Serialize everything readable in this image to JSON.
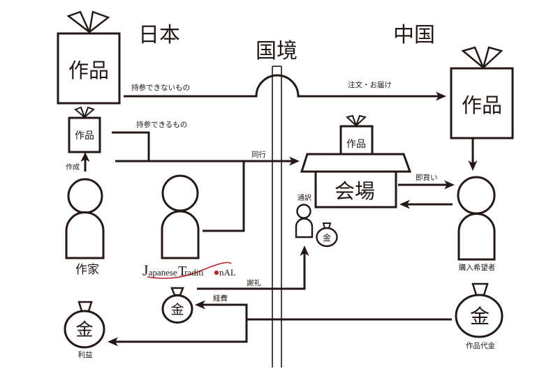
{
  "regions": {
    "japan": "日本",
    "china": "中国",
    "border": "国境"
  },
  "items": {
    "artwork_large_left": "作品",
    "artwork_small_left": "作品",
    "artwork_venue": "作品",
    "artwork_large_right": "作品"
  },
  "venue": {
    "label": "会場"
  },
  "people": {
    "artist": "作家",
    "interpreter": "通訳",
    "buyer": "購入希望者"
  },
  "logo": {
    "initial_j": "J",
    "part1": "apanese ",
    "initial_t": "T",
    "part2": "raditi",
    "part3": "nAL"
  },
  "flows": {
    "cannot_carry": "持参できないもの",
    "can_carry": "持参できるもの",
    "accompany": "同行",
    "order_delivery": "注文・お届け",
    "create": "作成",
    "instant_buy": "即買い",
    "honorarium": "謝礼",
    "expenses": "経費"
  },
  "money": {
    "symbol": "金",
    "profit_label": "利益",
    "payment_label": "作品代金"
  },
  "colors": {
    "ink": "#231815",
    "logo_accent": "#b8202a",
    "background": "#ffffff"
  }
}
